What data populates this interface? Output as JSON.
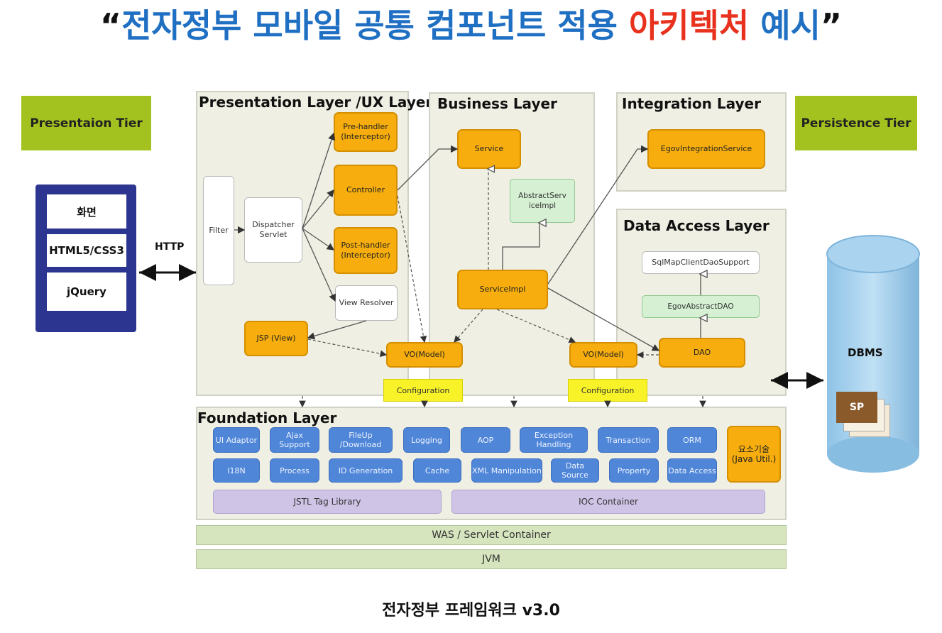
{
  "title": {
    "open_quote": "“",
    "main": "전자정부 모바일 공통 컴포넌트 적용 ",
    "highlight": "아키텍처",
    "tail": " 예시",
    "close_quote": "”"
  },
  "tiers": {
    "presentation": "Presentaion Tier",
    "persistence": "Persistence Tier"
  },
  "client": {
    "items": [
      "화면",
      "HTML5/CSS3",
      "jQuery"
    ],
    "protocol": "HTTP"
  },
  "presentation_layer": {
    "title": "Presentation Layer /UX Layer",
    "filter": "Filter",
    "dispatcher": "Dispatcher Servlet",
    "pre_handler": "Pre-handler (Interceptor)",
    "controller": "Controller",
    "post_handler": "Post-handler (Interceptor)",
    "view_resolver": "View Resolver",
    "jsp": "JSP (View)"
  },
  "business_layer": {
    "title": "Business Layer",
    "service": "Service",
    "abstract_service": "AbstractServ iceImpl",
    "service_impl": "ServiceImpl"
  },
  "integration_layer": {
    "title": "Integration Layer",
    "service": "EgovIntegrationService"
  },
  "data_access_layer": {
    "title": "Data Access Layer",
    "support": "SqlMapClientDaoSupport",
    "abstract_dao": "EgovAbstractDAO",
    "dao": "DAO"
  },
  "vo_left": "VO(Model)",
  "vo_right": "VO(Model)",
  "config_left": "Configuration",
  "config_right": "Configuration",
  "foundation_layer": {
    "title": "Foundation Layer",
    "row1": [
      "UI Adaptor",
      "Ajax Support",
      "FileUp /Download",
      "Logging",
      "AOP",
      "Exception Handling",
      "Transaction",
      "ORM"
    ],
    "row2": [
      "I18N",
      "Process",
      "ID Generation",
      "Cache",
      "XML Manipulation",
      "Data Source",
      "Property",
      "Data Access"
    ],
    "side": "요소기술 (Java Util.)",
    "jstl": "JSTL Tag Library",
    "ioc": "IOC Container"
  },
  "was": "WAS / Servlet Container",
  "jvm": "JVM",
  "dbms": {
    "label": "DBMS",
    "sp": "SP"
  },
  "caption": "전자정부 프레임워크 v3.0",
  "colors": {
    "title_blue": "#1f6fc3",
    "title_red": "#e8321e",
    "component_orange": "#f6ad0d",
    "tier_green": "#a3c21f",
    "foundation_blue": "#4f86d8"
  }
}
